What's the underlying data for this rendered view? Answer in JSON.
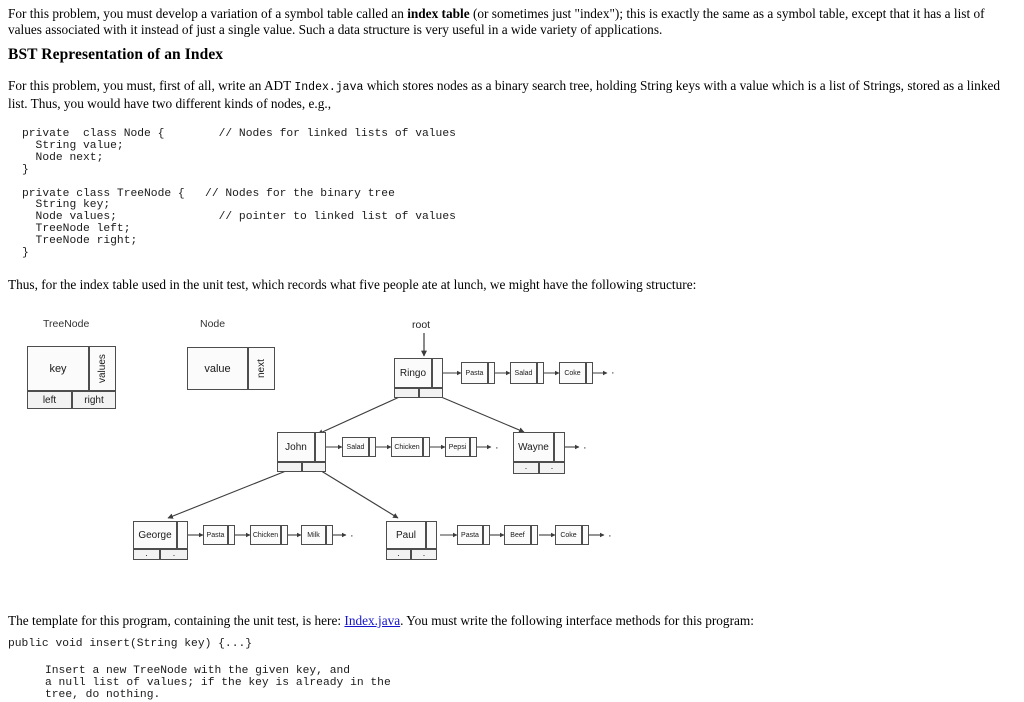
{
  "document": {
    "intro_paragraph_before_bold": "For this problem, you must develop a variation of a symbol table called an ",
    "intro_bold": "index table",
    "intro_paragraph_after_bold": " (or sometimes just \"index\"); this is exactly the same as a symbol table, except that it has a list of values associated with it instead of just a single value. Such a data structure is very useful in a wide variety of applications.",
    "heading": "BST Representation of an Index",
    "adt_before_code": "For this problem, you must, first of all, write an ADT ",
    "adt_code": "Index.java",
    "adt_after_code": " which stores nodes as a binary search tree, holding String keys with a value which is a list of Strings, stored as a linked list. Thus, you would have two different kinds of nodes, e.g.,",
    "class_code": "private  class Node {        // Nodes for linked lists of values\n  String value;\n  Node next;\n}\n\nprivate class TreeNode {   // Nodes for the binary tree\n  String key;\n  Node values;               // pointer to linked list of values\n  TreeNode left;\n  TreeNode right;\n}",
    "thus_paragraph": "Thus, for the index table used in the unit test, which records what five people ate at lunch, we might have the following structure:",
    "template_before_link": "The template for this program, containing the unit test, is here: ",
    "template_link": "Index.java",
    "template_after_link": ". You must write the following interface methods for this program:",
    "insert_signature": "public void insert(String key) {...}",
    "insert_description": "Insert a new TreeNode with the given key, and\na null list of values; if the key is already in the\ntree, do nothing."
  },
  "diagram": {
    "legend": {
      "treenode_caption": "TreeNode",
      "treenode_key": "key",
      "treenode_values": "values",
      "treenode_left": "left",
      "treenode_right": "right",
      "node_caption": "Node",
      "node_value": "value",
      "node_next": "next"
    },
    "root_label": "root",
    "tree": [
      {
        "key": "Ringo",
        "level": 0,
        "values": [
          "Pasta",
          "Salad",
          "Coke"
        ],
        "left_child": "John",
        "right_child": "Wayne",
        "left_null": false,
        "right_null": false
      },
      {
        "key": "John",
        "level": 1,
        "values": [
          "Salad",
          "Chicken",
          "Pepsi"
        ],
        "left_child": "George",
        "right_child": "Paul",
        "left_null": false,
        "right_null": false
      },
      {
        "key": "Wayne",
        "level": 1,
        "values": [],
        "left_child": null,
        "right_child": null,
        "left_null": true,
        "right_null": true
      },
      {
        "key": "George",
        "level": 2,
        "values": [
          "Pasta",
          "Chicken",
          "Milk"
        ],
        "left_child": null,
        "right_child": null,
        "left_null": true,
        "right_null": true
      },
      {
        "key": "Paul",
        "level": 2,
        "values": [
          "Pasta",
          "Beef",
          "Coke"
        ],
        "left_child": null,
        "right_child": null,
        "left_null": true,
        "right_null": true
      }
    ],
    "null_marker": "·",
    "colors": {
      "box_border": "#4d4d4d",
      "box_fill": "#f7f7f7",
      "line": "#3c3c3c",
      "link": "#1414cc"
    }
  }
}
